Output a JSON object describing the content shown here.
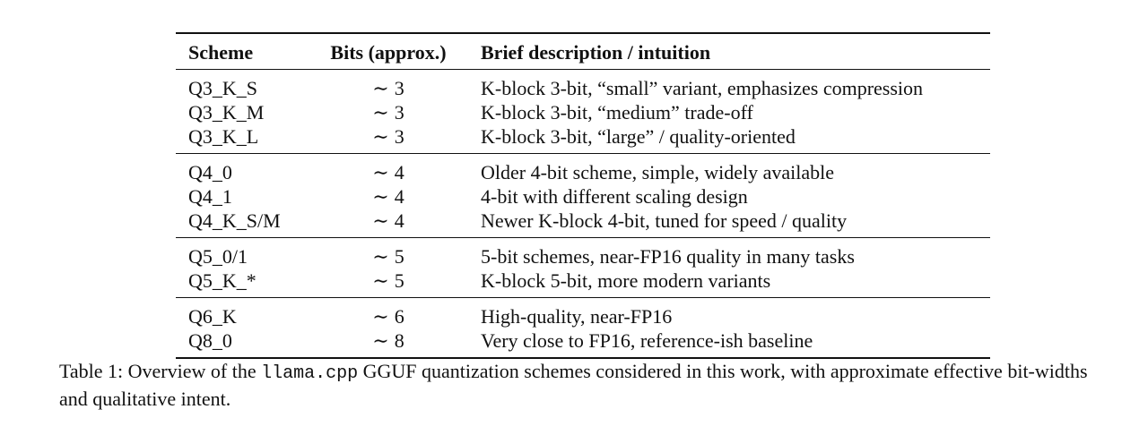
{
  "table": {
    "headers": {
      "scheme": "Scheme",
      "bits": "Bits (approx.)",
      "desc": "Brief description / intuition"
    },
    "groups": [
      {
        "rows": [
          {
            "scheme": "Q3_K_S",
            "tilde": "∼",
            "bits": "3",
            "desc": "K-block 3-bit, “small” variant, emphasizes compression"
          },
          {
            "scheme": "Q3_K_M",
            "tilde": "∼",
            "bits": "3",
            "desc": "K-block 3-bit, “medium” trade-off"
          },
          {
            "scheme": "Q3_K_L",
            "tilde": "∼",
            "bits": "3",
            "desc": "K-block 3-bit, “large” / quality-oriented"
          }
        ]
      },
      {
        "rows": [
          {
            "scheme": "Q4_0",
            "tilde": "∼",
            "bits": "4",
            "desc": "Older 4-bit scheme, simple, widely available"
          },
          {
            "scheme": "Q4_1",
            "tilde": "∼",
            "bits": "4",
            "desc": "4-bit with different scaling design"
          },
          {
            "scheme": "Q4_K_S/M",
            "tilde": "∼",
            "bits": "4",
            "desc": "Newer K-block 4-bit, tuned for speed / quality"
          }
        ]
      },
      {
        "rows": [
          {
            "scheme": "Q5_0/1",
            "tilde": "∼",
            "bits": "5",
            "desc": "5-bit schemes, near-FP16 quality in many tasks"
          },
          {
            "scheme": "Q5_K_*",
            "tilde": "∼",
            "bits": "5",
            "desc": "K-block 5-bit, more modern variants"
          }
        ]
      },
      {
        "rows": [
          {
            "scheme": "Q6_K",
            "tilde": "∼",
            "bits": "6",
            "desc": "High-quality, near-FP16"
          },
          {
            "scheme": "Q8_0",
            "tilde": "∼",
            "bits": "8",
            "desc": "Very close to FP16, reference-ish baseline"
          }
        ]
      }
    ]
  },
  "caption": {
    "prefix": "Table 1: Overview of the ",
    "code": "llama.cpp",
    "suffix": " GGUF quantization schemes considered in this work, with approximate effective bit-widths and qualitative intent."
  }
}
